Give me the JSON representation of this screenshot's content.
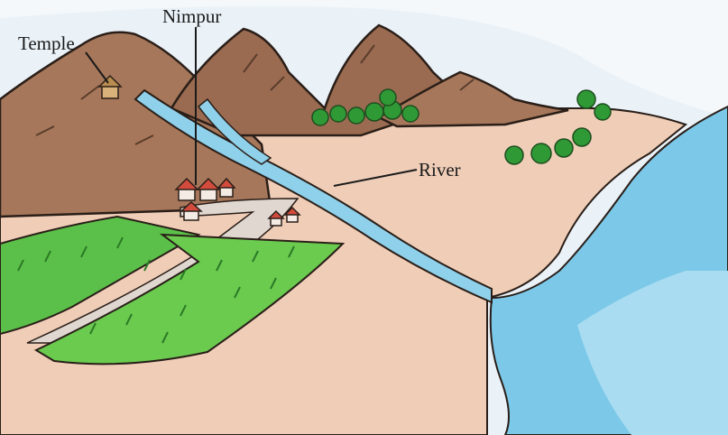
{
  "labels": {
    "temple": "Temple",
    "nimpur": "Nimpur",
    "river": "River"
  },
  "colors": {
    "sky": "#e8f1f7",
    "mountain": "#a6775a",
    "mountain_dark": "#8a5f45",
    "plain": "#efcdb7",
    "field": "#5bc049",
    "field_light": "#8ee06a",
    "river": "#8fd0ea",
    "sea": "#7cc8e8",
    "tree": "#2f9a35",
    "roof": "#d24b3c",
    "outline": "#2a1e18"
  }
}
